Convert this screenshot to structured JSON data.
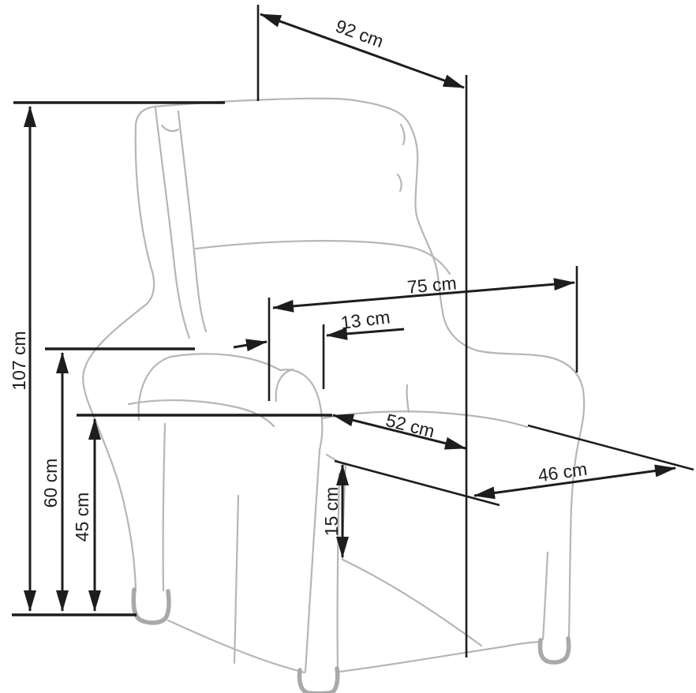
{
  "diagram": {
    "subject": "recliner-armchair-dimension-drawing",
    "unit": "cm",
    "colors": {
      "background": "#ffffff",
      "dimension_lines": "#1d1d1d",
      "chair_outline": "#b6b6b6",
      "chair_legs": "#a9a9a9"
    },
    "labels": {
      "d92": "92 cm",
      "d107": "107 cm",
      "d75": "75 cm",
      "d13": "13 cm",
      "d52": "52 cm",
      "d46": "46 cm",
      "d60": "60 cm",
      "d45": "45 cm",
      "d15": "15 cm"
    }
  }
}
